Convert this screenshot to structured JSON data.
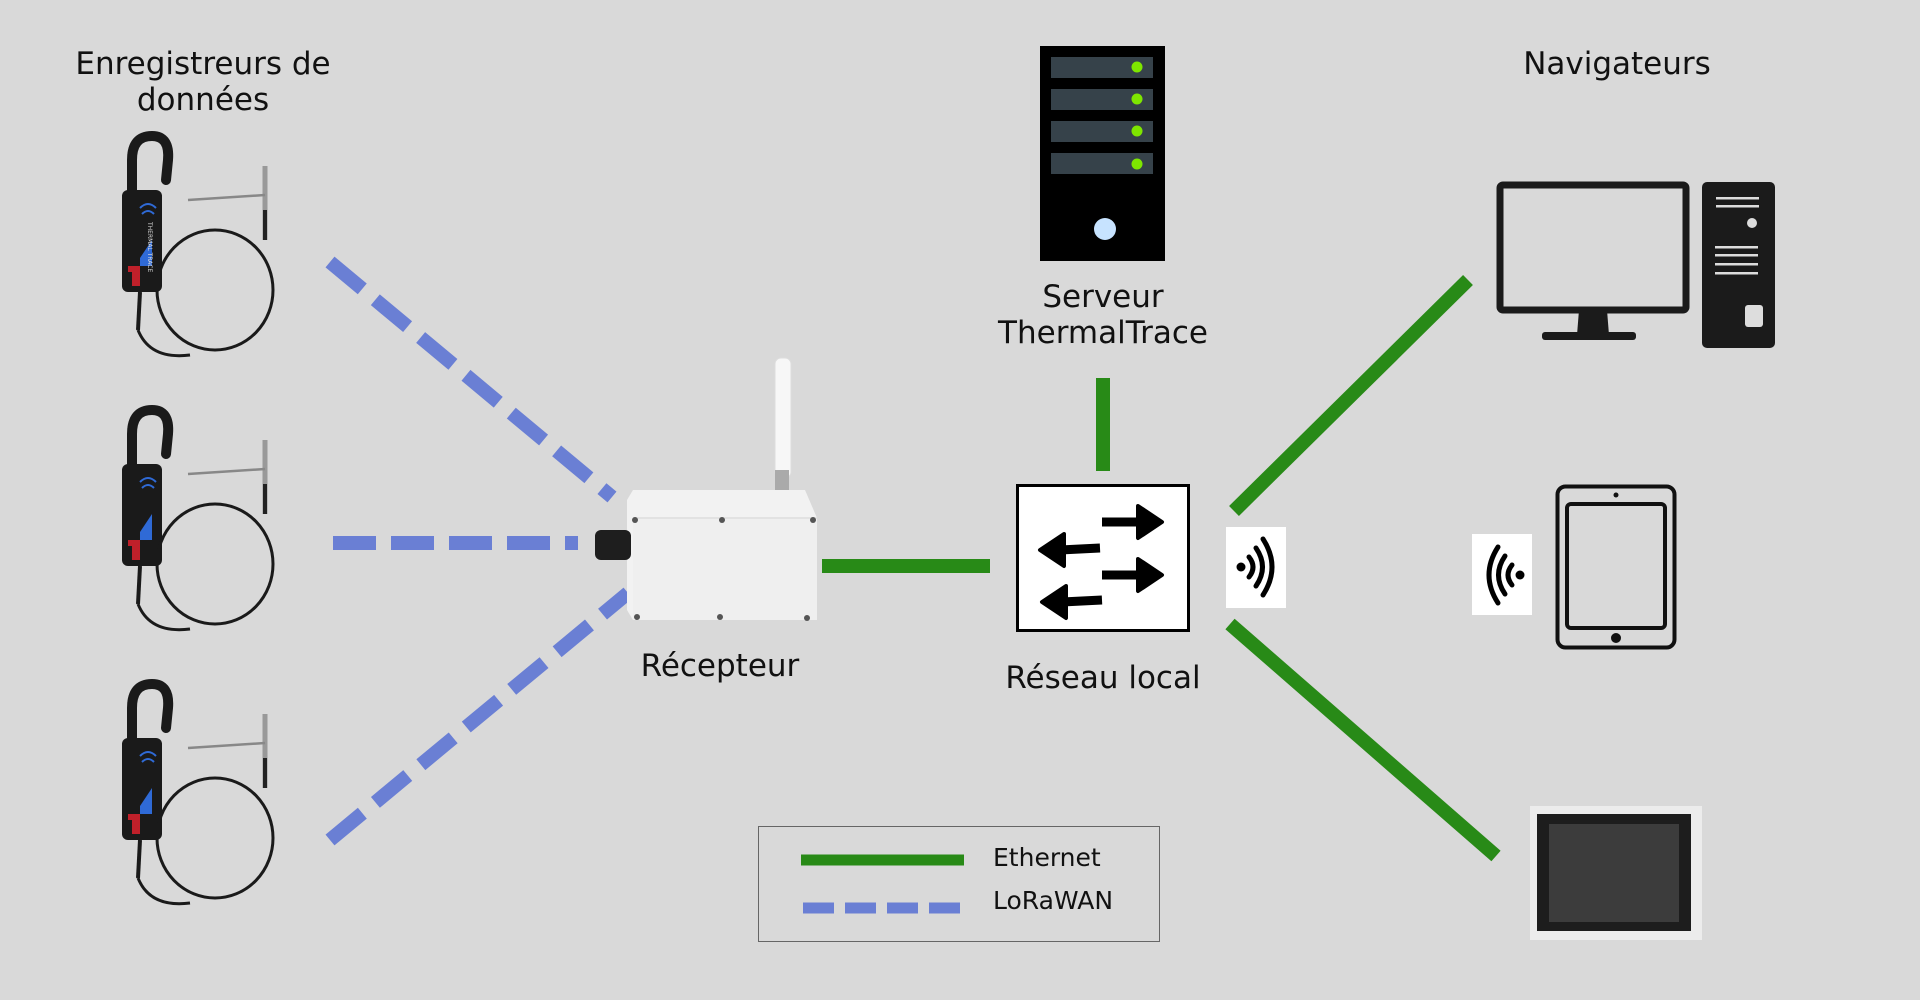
{
  "diagram": {
    "title": "ThermalTrace network architecture",
    "nodes": {
      "loggers": {
        "label_line1": "Enregistreurs de",
        "label_line2": "données",
        "count": 3,
        "brand_text_line1": "THERMAL",
        "brand_text_line2": "TRACE"
      },
      "receiver": {
        "label": "Récepteur"
      },
      "server": {
        "label_line1": "Serveur",
        "label_line2": "ThermalTrace",
        "indicator_color": "#7ee600",
        "power_led_color": "#c7e3ff"
      },
      "switch": {
        "label": "Réseau local"
      },
      "browsers": {
        "label": "Navigateurs",
        "devices": [
          "desktop-computer",
          "tablet",
          "touch-panel"
        ]
      }
    },
    "connections": [
      {
        "from": "logger-1",
        "to": "receiver",
        "type": "LoRaWAN"
      },
      {
        "from": "logger-2",
        "to": "receiver",
        "type": "LoRaWAN"
      },
      {
        "from": "logger-3",
        "to": "receiver",
        "type": "LoRaWAN"
      },
      {
        "from": "receiver",
        "to": "switch",
        "type": "Ethernet"
      },
      {
        "from": "server",
        "to": "switch",
        "type": "Ethernet"
      },
      {
        "from": "switch",
        "to": "desktop-computer",
        "type": "Ethernet"
      },
      {
        "from": "switch",
        "to": "touch-panel",
        "type": "Ethernet"
      },
      {
        "from": "switch",
        "to": "tablet",
        "type": "WiFi"
      }
    ],
    "legend": {
      "items": [
        {
          "label": "Ethernet",
          "style": "solid",
          "color": "#288a17"
        },
        {
          "label": "LoRaWAN",
          "style": "dashed",
          "color": "#6a7fd4"
        }
      ]
    }
  },
  "colors": {
    "background": "#d9d9d9",
    "ethernet": "#288a17",
    "lorawan": "#6a7fd4"
  }
}
